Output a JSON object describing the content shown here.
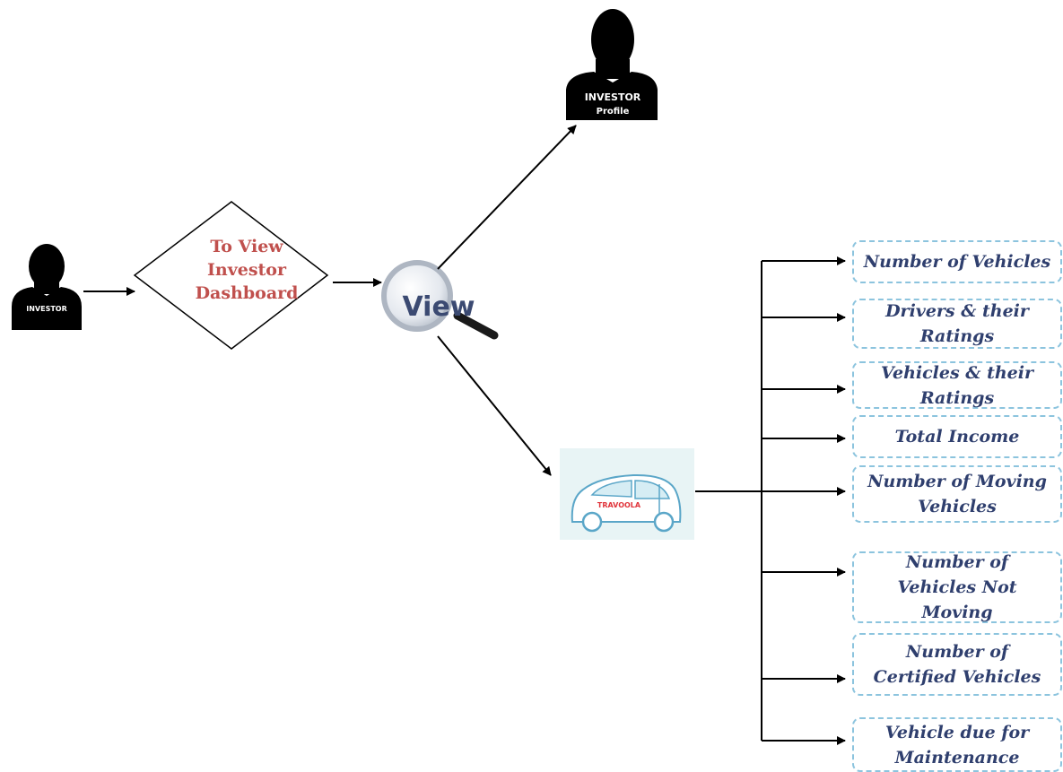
{
  "actor": {
    "badge": "INVESTOR"
  },
  "decision": {
    "lines": [
      "To View",
      "Investor",
      "Dashboard"
    ]
  },
  "view_icon": {
    "label": "View"
  },
  "profile": {
    "badge_line1": "INVESTOR",
    "badge_line2": "Profile"
  },
  "car_logo": {
    "text": "TRAVOOLA"
  },
  "items": [
    {
      "label": "Number of Vehicles"
    },
    {
      "label": "Drivers & their Ratings"
    },
    {
      "label": "Vehicles & their Ratings"
    },
    {
      "label": "Total Income"
    },
    {
      "label": "Number of Moving Vehicles"
    },
    {
      "label": "Number of Vehicles Not Moving"
    },
    {
      "label": "Number of Certified Vehicles"
    },
    {
      "label": "Vehicle due for Maintenance"
    }
  ],
  "colors": {
    "decision_text": "#c0504d",
    "item_text": "#2f3f6e",
    "item_border": "#8cc4de",
    "view_text": "#3b4a72",
    "car_bg": "#e8f4f5",
    "car_outline": "#5aa6c8",
    "car_logo_text": "#e0343b"
  }
}
